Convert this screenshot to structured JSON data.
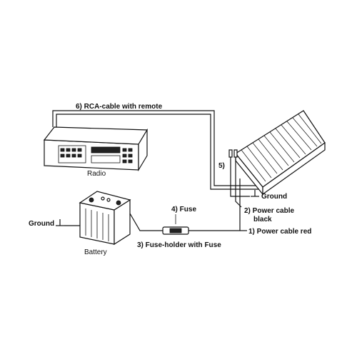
{
  "labels": {
    "rca": "6) RCA-cable with remote",
    "radio": "Radio",
    "five": "5)",
    "ground_amp": "Ground",
    "power_black_1": "2) Power cable",
    "power_black_2": "black",
    "power_red": "1) Power cable red",
    "fuse": "4) Fuse",
    "fuse_holder": "3) Fuse-holder with Fuse",
    "ground_batt": "Ground",
    "battery": "Battery"
  },
  "colors": {
    "line": "#111111",
    "background": "#ffffff"
  }
}
